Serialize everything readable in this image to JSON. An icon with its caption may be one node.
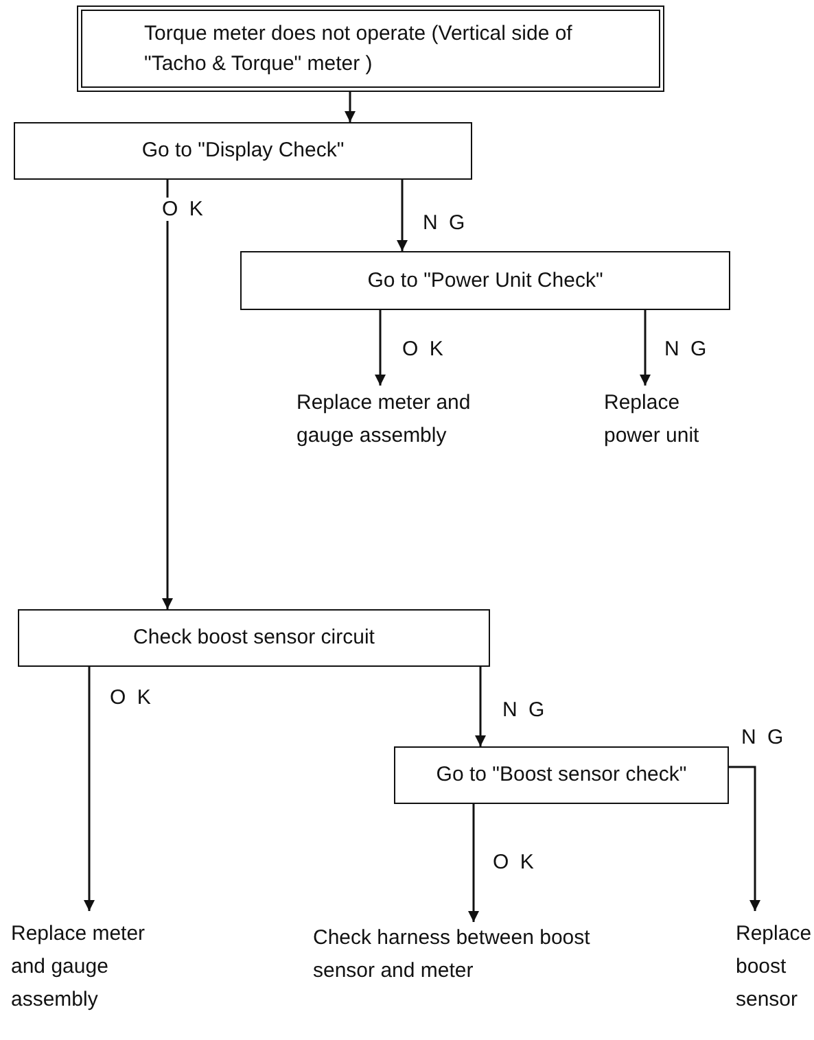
{
  "diagram": {
    "nodes": [
      {
        "text": [
          "Torque meter does not operate (Vertical side of \"Tacho & Torque\" meter )"
        ]
      },
      {
        "text": [
          "Go to \"Display Check\""
        ]
      },
      {
        "text": [
          "Go to \"Power Unit Check\""
        ]
      },
      {
        "text": [
          "Replace meter and gauge assembly"
        ]
      },
      {
        "text": [
          "Replace power unit"
        ]
      },
      {
        "text": [
          "Check boost sensor circuit"
        ]
      },
      {
        "text": [
          "Go to \"Boost sensor check\""
        ]
      },
      {
        "text": [
          "Replace meter and gauge assembly"
        ]
      },
      {
        "text": [
          "Check harness between boost sensor and meter"
        ]
      },
      {
        "text": [
          "Replace boost sensor"
        ]
      }
    ],
    "edges": [
      {
        "from": 0,
        "to": 1,
        "arrow": "to"
      },
      {
        "from": 1,
        "to": 2,
        "arrow": "to",
        "label": "N G"
      },
      {
        "from": 1,
        "to": 5,
        "arrow": "to",
        "label": "O K"
      },
      {
        "from": 2,
        "to": 3,
        "arrow": "to",
        "label": "O K"
      },
      {
        "from": 2,
        "to": 4,
        "arrow": "to",
        "label": "N G"
      },
      {
        "from": 5,
        "to": 6,
        "arrow": "to",
        "label": "N G"
      },
      {
        "from": 5,
        "to": 7,
        "arrow": "to",
        "label": "O K"
      },
      {
        "from": 6,
        "to": 8,
        "arrow": "to",
        "label": "O K"
      },
      {
        "from": 6,
        "to": 9,
        "arrow": "to",
        "label": "N G"
      }
    ]
  }
}
